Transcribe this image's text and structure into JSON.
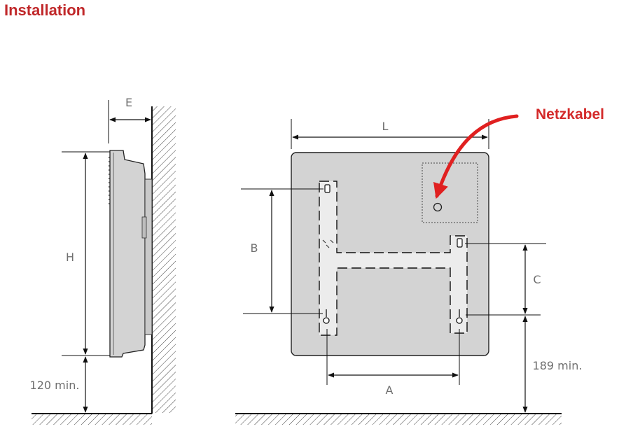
{
  "title": "Installation",
  "side_view": {
    "depth_label": "E",
    "height_label": "H",
    "floor_clearance_label": "120 min."
  },
  "front_view": {
    "width_label": "L",
    "bracket_vertical_spacing_label": "B",
    "bracket_horizontal_spacing_label": "A",
    "right_hole_offset_label": "C",
    "floor_clearance_label": "189 min.",
    "callout_label": "Netzkabel"
  },
  "colors": {
    "title": "#c0282a",
    "callout": "#d42a2a",
    "panel_fill": "#d3d3d3",
    "line": "#1a1a1a",
    "dimension_text": "#707070"
  }
}
